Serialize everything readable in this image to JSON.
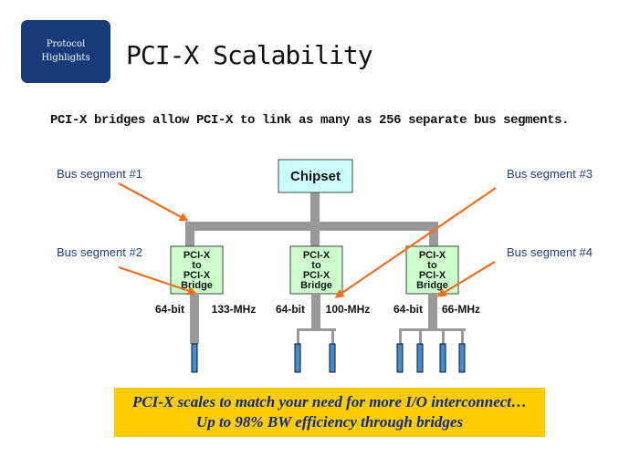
{
  "badge": {
    "line1": "Protocol",
    "line2": "Highlights"
  },
  "title": "PCI-X Scalability",
  "subtitle": "PCI-X bridges allow PCI-X to link as many as 256 separate bus segments.",
  "chipset": "Chipset",
  "bus_segments": [
    "Bus segment #1",
    "Bus segment #2",
    "Bus segment #3",
    "Bus segment #4"
  ],
  "bridges": [
    {
      "lines": [
        "PCI-X",
        "to",
        "PCI-X",
        "Bridge"
      ],
      "width": "64-bit",
      "speed": "133-MHz",
      "slots": 1
    },
    {
      "lines": [
        "PCI-X",
        "to",
        "PCI-X",
        "Bridge"
      ],
      "width": "64-bit",
      "speed": "100-MHz",
      "slots": 2
    },
    {
      "lines": [
        "PCI-X",
        "to",
        "PCI-X",
        "Bridge"
      ],
      "width": "64-bit",
      "speed": "66-MHz",
      "slots": 4
    }
  ],
  "banner": {
    "line1": "PCI-X scales to match your need for more I/O interconnect…",
    "line2": "Up to 98% BW efficiency through bridges"
  },
  "colors": {
    "badge": "#163a7a",
    "bus": "#999999",
    "bridge": "#ccffcc",
    "chipset": "#ccffff",
    "slot": "#3d8fd6",
    "arrow": "#f26c1f",
    "banner": "#ffcc00"
  }
}
